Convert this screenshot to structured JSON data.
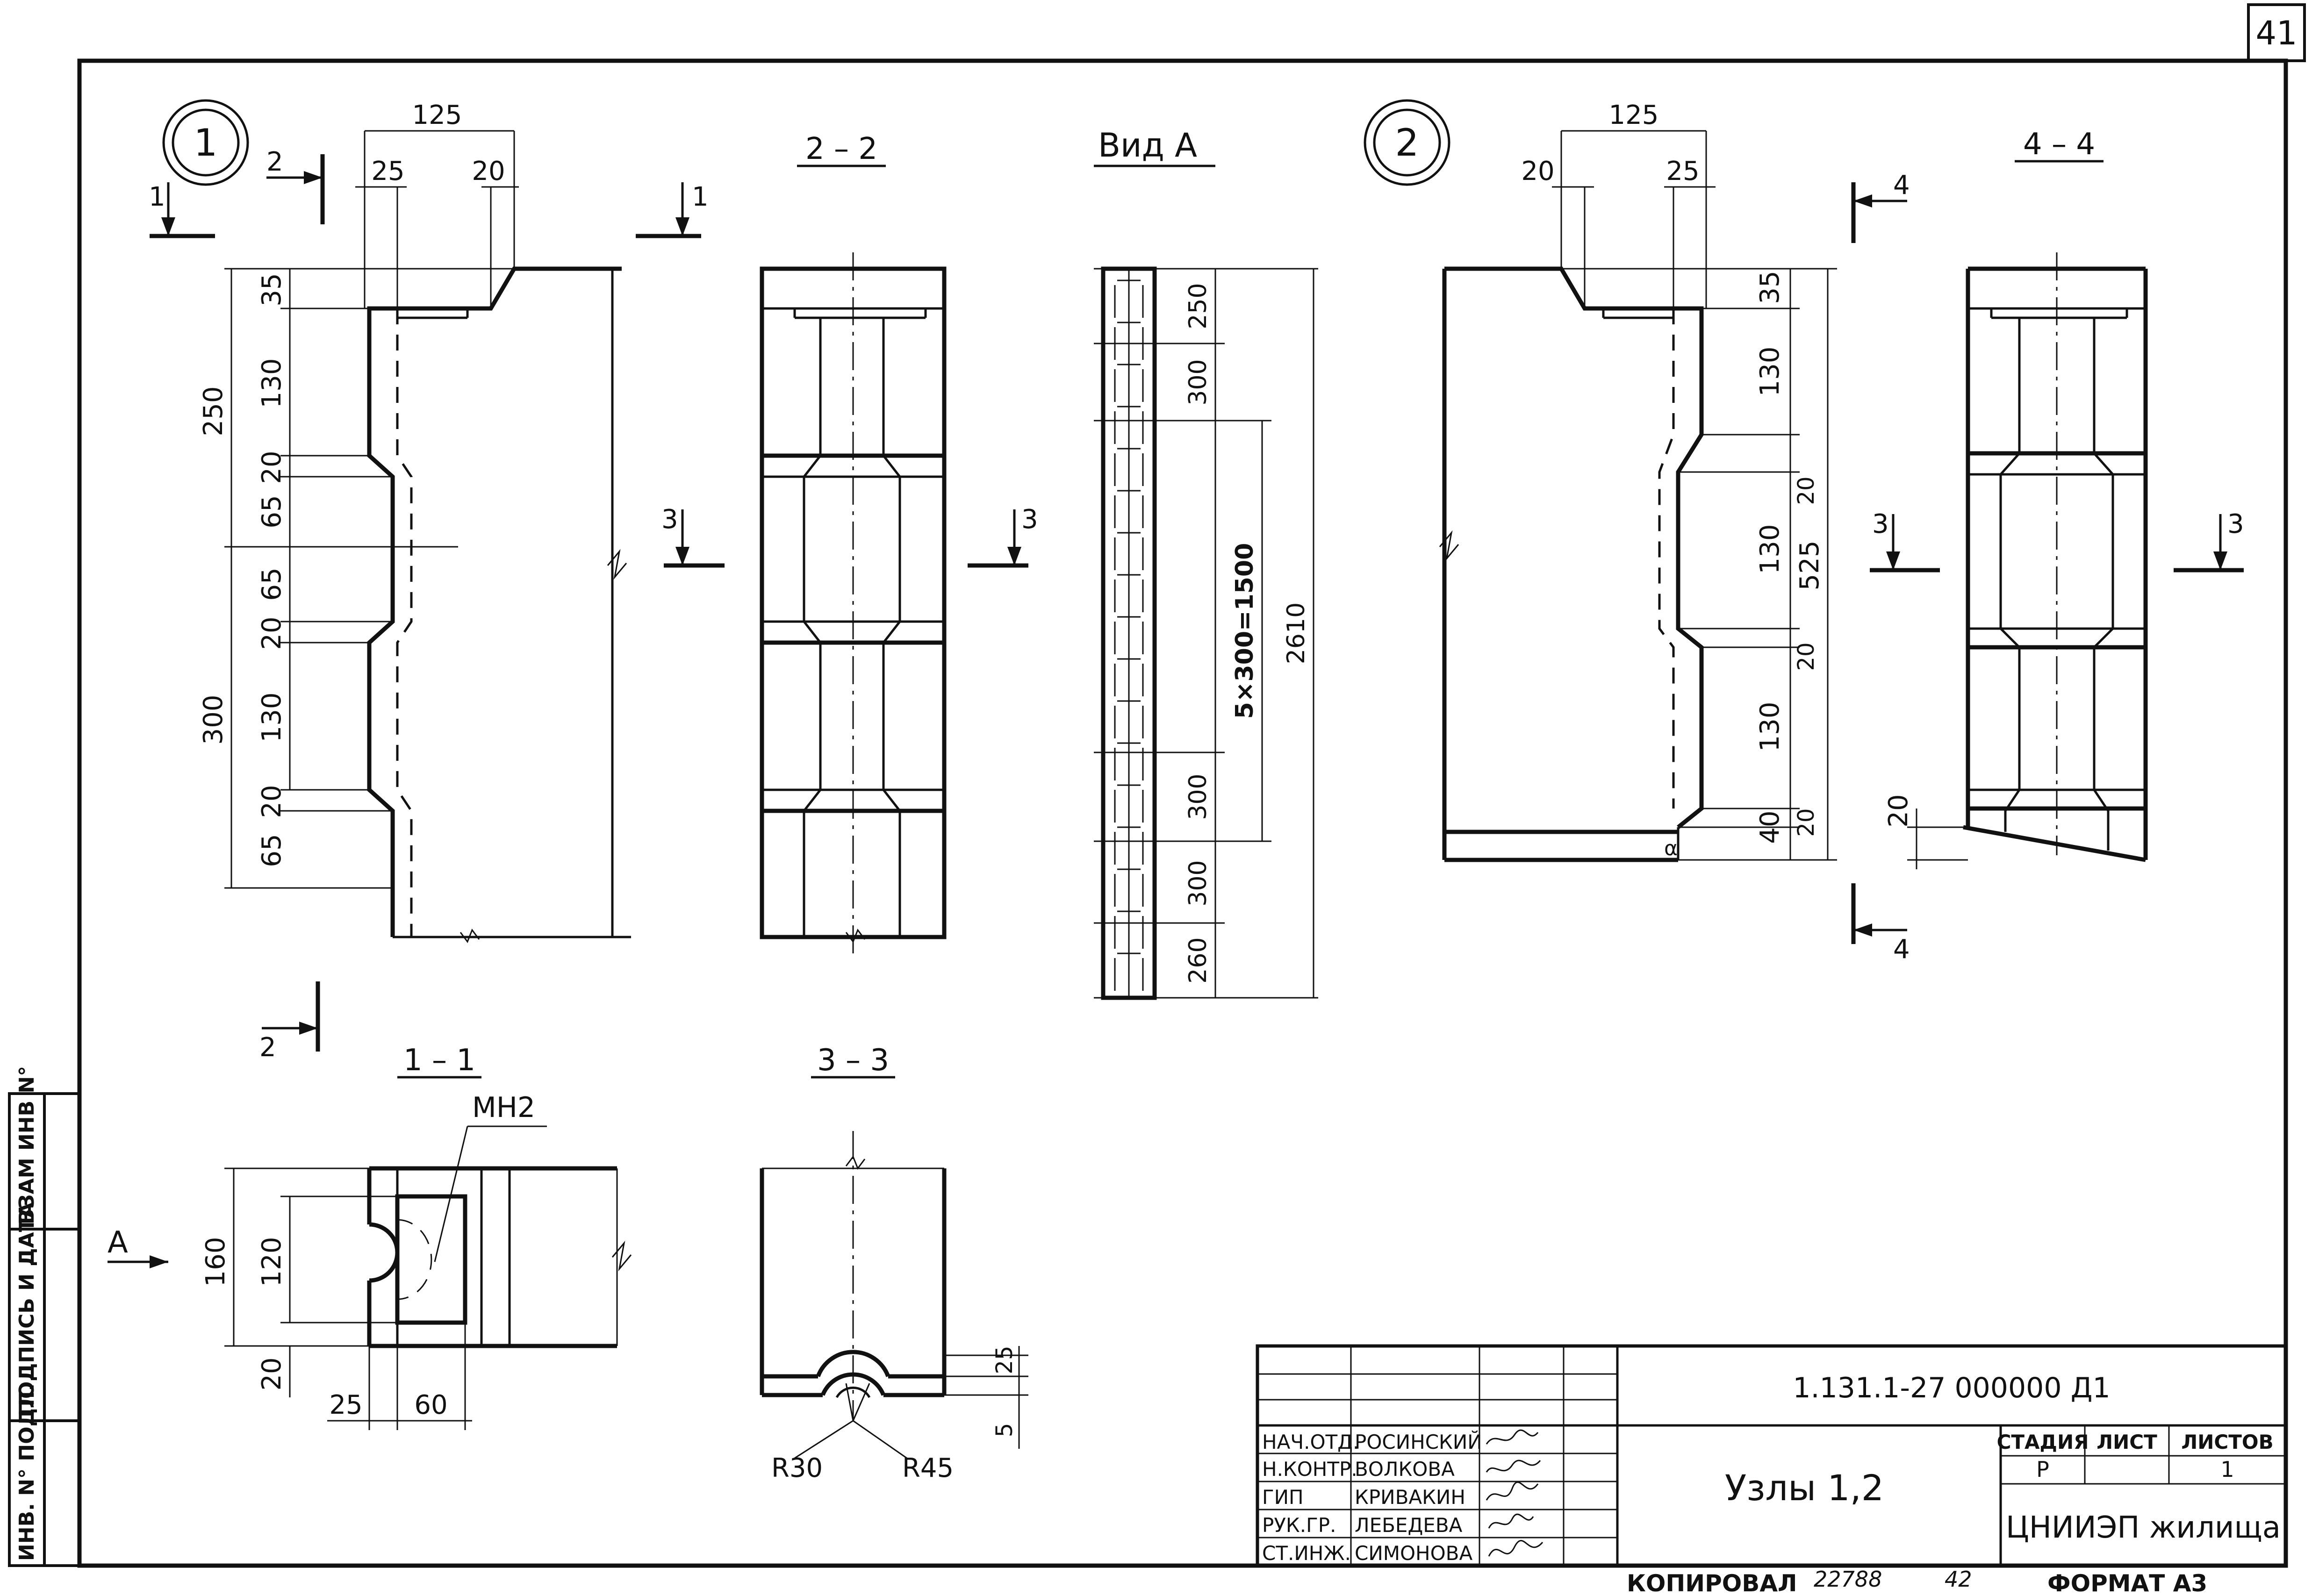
{
  "sheet": {
    "page_number": "41",
    "format_label": "ФОРМАТ А3",
    "copied_label": "КОПИРОВАЛ",
    "copied_number": "22788",
    "copied_extra": "42"
  },
  "side_stamp": {
    "inv_podl": "ИНВ. N° ПОДЛ.",
    "sign_date": "ПОДПИСЬ И ДАТА",
    "vzam_inv": "ВЗАМ ИНВ N°"
  },
  "node1": {
    "marker": "1",
    "dims": [
      "125",
      "25",
      "20",
      "35",
      "130",
      "250",
      "20",
      "65",
      "65",
      "20",
      "130",
      "300",
      "20",
      "65"
    ],
    "cut1": "1",
    "cut2": "2"
  },
  "section22": {
    "title": "2 – 2",
    "cut3": "3"
  },
  "view_a": {
    "title": "Вид А",
    "dims": [
      "250",
      "300",
      "5×300=1500",
      "2610",
      "300",
      "300",
      "260"
    ]
  },
  "node2": {
    "marker": "2",
    "dims": [
      "125",
      "20",
      "25",
      "35",
      "130",
      "20",
      "130",
      "525",
      "20",
      "130",
      "40",
      "20"
    ],
    "cut4": "4"
  },
  "section44": {
    "title": "4 – 4",
    "dims": [
      "20"
    ],
    "cut3": "3"
  },
  "section11": {
    "title": "1 – 1",
    "label": "МН2",
    "view": "А",
    "dims": [
      "160",
      "120",
      "20",
      "25",
      "60"
    ]
  },
  "section33": {
    "title": "3 – 3",
    "dims": [
      "25",
      "5",
      "R30",
      "R45"
    ]
  },
  "title_block": {
    "doc_code": "1.131.1-27 000000 Д1",
    "name": "Узлы 1,2",
    "org": "ЦНИИЭП жилища",
    "stage_header": "СТАДИЯ",
    "sheet_header": "ЛИСТ",
    "sheets_header": "ЛИСТОВ",
    "stage": "Р",
    "sheets": "1",
    "rows": [
      {
        "role": "НАЧ.ОТД.",
        "name": "РОСИНСКИЙ"
      },
      {
        "role": "Н.КОНТР.",
        "name": "ВОЛКОВА"
      },
      {
        "role": "ГИП",
        "name": "КРИВАКИН"
      },
      {
        "role": "РУК.ГР.",
        "name": "ЛЕБЕДЕВА"
      },
      {
        "role": "СТ.ИНЖ.",
        "name": "СИМОНОВА"
      }
    ]
  }
}
